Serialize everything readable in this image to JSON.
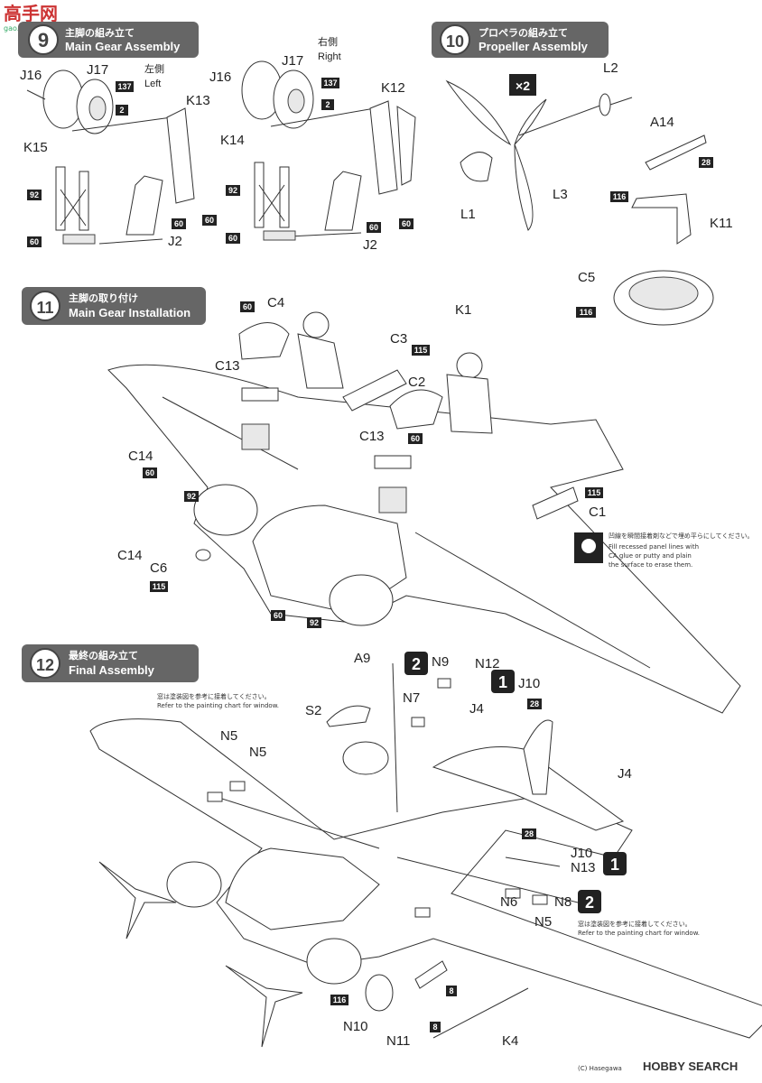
{
  "watermark": {
    "line1": "高手网",
    "line2": "gao.shou.bi"
  },
  "steps": [
    {
      "num": "9",
      "jp": "主脚の組み立て",
      "en": "Main Gear Assembly"
    },
    {
      "num": "10",
      "jp": "プロペラの組み立て",
      "en": "Propeller Assembly"
    },
    {
      "num": "11",
      "jp": "主脚の取り付け",
      "en": "Main Gear Installation"
    },
    {
      "num": "12",
      "jp": "最終の組み立て",
      "en": "Final Assembly"
    }
  ],
  "step9": {
    "left_jp": "左側",
    "left_en": "Left",
    "right_jp": "右側",
    "right_en": "Right",
    "labels": [
      "J16",
      "J17",
      "K13",
      "K15",
      "J2",
      "J16",
      "J17",
      "K14",
      "K12",
      "J2"
    ],
    "colors": [
      "137",
      "2",
      "92",
      "60",
      "60",
      "60",
      "137",
      "2",
      "92",
      "60",
      "60",
      "60"
    ]
  },
  "step10": {
    "multiplier": "×2",
    "labels": [
      "L2",
      "A14",
      "L1",
      "L3",
      "K11",
      "C5"
    ],
    "colors": [
      "28",
      "116",
      "116"
    ]
  },
  "step11": {
    "labels": [
      "C4",
      "K1",
      "C3",
      "C13",
      "C2",
      "C14",
      "C13",
      "C14",
      "C6",
      "C1"
    ],
    "colors": [
      "60",
      "115",
      "60",
      "92",
      "60",
      "115",
      "115",
      "60",
      "92"
    ],
    "note": "凹線を瞬間接着剤などで埋め平らにしてください。",
    "note_en": "Fill recessed panel lines with CA glue or putty and plain the surface to erase them."
  },
  "step12": {
    "labels": [
      "A9",
      "N9",
      "N12",
      "J10",
      "N7",
      "J4",
      "S2",
      "N5",
      "N5",
      "J4",
      "J10",
      "N13",
      "N6",
      "N8",
      "N5",
      "N10",
      "N11",
      "K4"
    ],
    "colors": [
      "28",
      "28",
      "116",
      "8",
      "8"
    ],
    "circled": [
      "2",
      "1",
      "1",
      "2"
    ],
    "window_note_jp": "窓は塗装図を参考に接着してください。",
    "window_note_en": "Refer to the painting chart for window."
  },
  "footer": {
    "copyright": "(C) Hasegawa",
    "logo": "HOBBY SEARCH"
  }
}
